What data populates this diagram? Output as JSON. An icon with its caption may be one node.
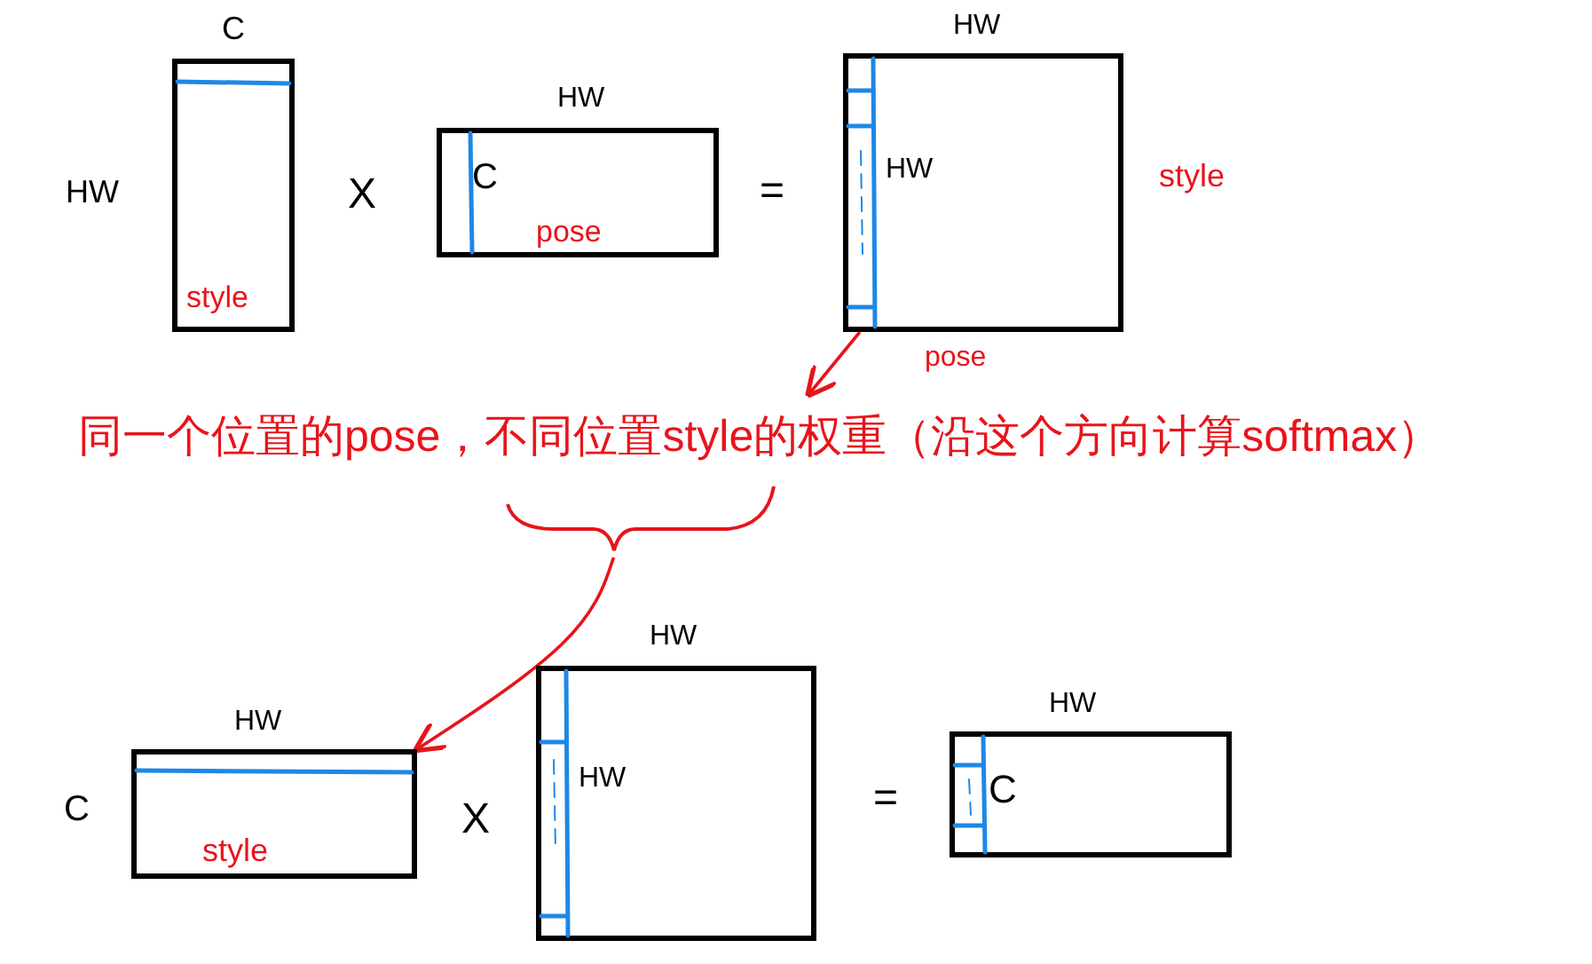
{
  "diagram": {
    "nodes": [
      {
        "text": [
          "C",
          "style"
        ],
        "beside": [
          "HW"
        ]
      },
      {
        "text": [
          "HW",
          "C",
          "pose"
        ]
      },
      {
        "text": [
          "HW",
          "HW"
        ],
        "beside": [
          "style",
          "pose"
        ]
      },
      {
        "text": [
          "同一个位置的pose，不同位置style的权重（沿这个方向计算softmax）"
        ]
      },
      {
        "text": [
          "HW",
          "style"
        ],
        "beside": [
          "C"
        ]
      },
      {
        "text": [
          "HW",
          "HW"
        ]
      },
      {
        "text": [
          "HW",
          "C"
        ]
      }
    ],
    "edges": [
      {
        "from": 2,
        "to": 3,
        "arrow": "to",
        "color": "#e8141b"
      },
      {
        "from": 3,
        "to": 4,
        "arrow": "to",
        "color": "#e8141b"
      }
    ],
    "labels": [
      "X",
      "=",
      "X",
      "="
    ]
  }
}
